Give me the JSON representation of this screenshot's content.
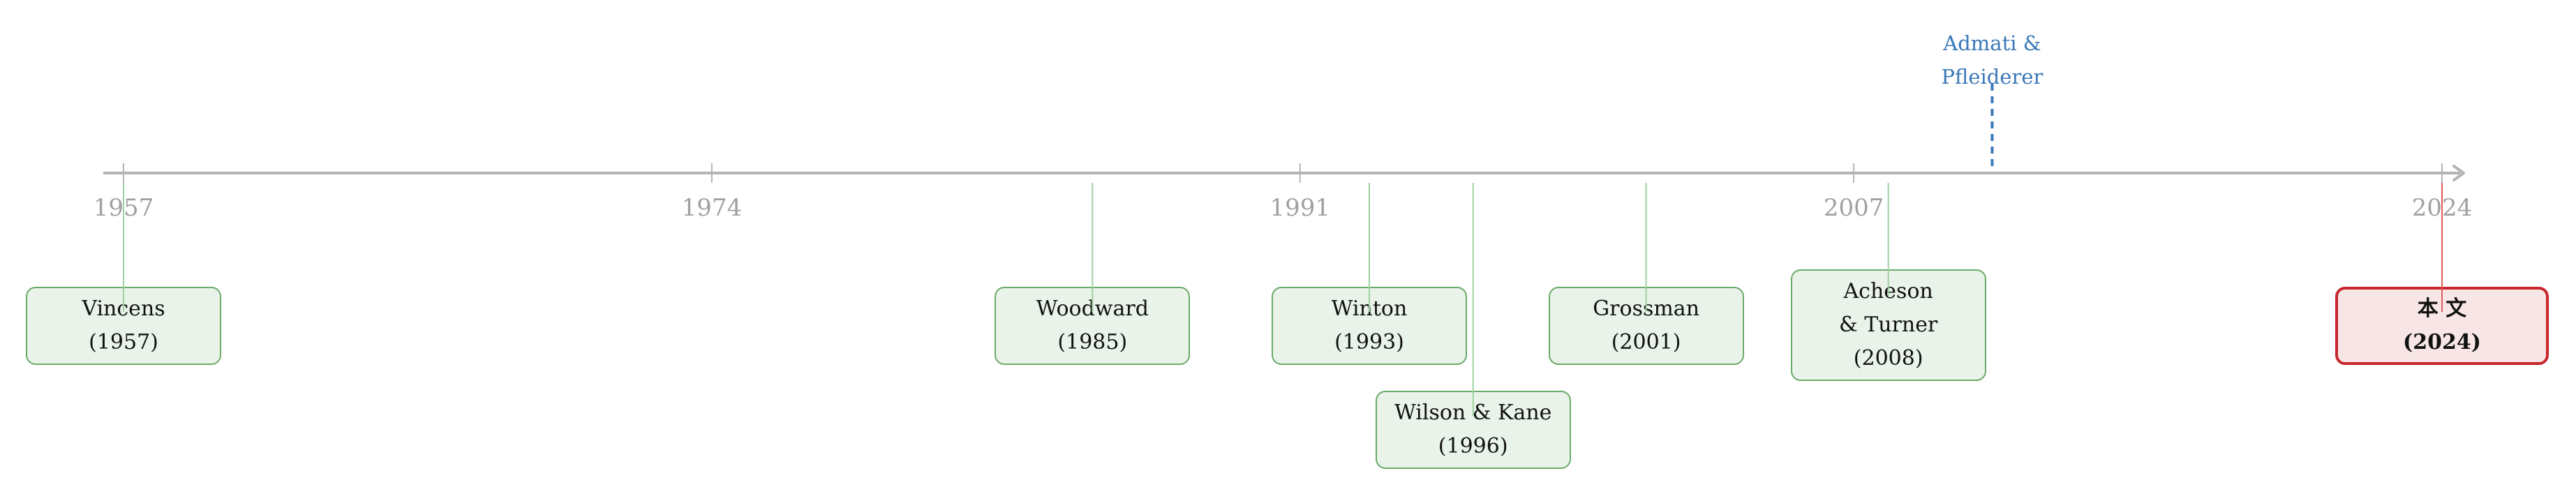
{
  "colors": {
    "axis": "#b4b4b4",
    "tick_label": "#a0a0a0",
    "connector": "#9fd09f",
    "box_fill": "#e9f3e9",
    "box_border": "#6aaa6a",
    "current_fill": "#f8e6e6",
    "current_border": "#c8262c",
    "current_connector": "#e05a5a",
    "annotation": "#3a78b8"
  },
  "timeline": {
    "ticks": [
      "1957",
      "1974",
      "1991",
      "2007",
      "2024"
    ],
    "events": [
      {
        "id": "vincens",
        "lines": [
          "Vincens",
          "(1957)"
        ],
        "year": 1957,
        "placement": "below",
        "current": false
      },
      {
        "id": "woodward",
        "lines": [
          "Woodward",
          "(1985)"
        ],
        "year": 1985,
        "placement": "below",
        "current": false
      },
      {
        "id": "winton",
        "lines": [
          "Winton",
          "(1993)"
        ],
        "year": 1993,
        "placement": "below",
        "current": false
      },
      {
        "id": "wilson-kane",
        "lines": [
          "Wilson & Kane",
          "(1996)"
        ],
        "year": 1996,
        "placement": "below-lower",
        "current": false
      },
      {
        "id": "grossman",
        "lines": [
          "Grossman",
          "(2001)"
        ],
        "year": 2001,
        "placement": "below",
        "current": false
      },
      {
        "id": "acheson-turner",
        "lines": [
          "Acheson",
          "& Turner",
          "(2008)"
        ],
        "year": 2008,
        "placement": "below",
        "current": false
      },
      {
        "id": "this-paper",
        "lines": [
          "本 文",
          "(2024)"
        ],
        "year": 2024,
        "placement": "below",
        "current": true
      }
    ],
    "annotations": [
      {
        "id": "admati-pfleiderer",
        "lines": [
          "Admati &",
          "Pfleiderer"
        ],
        "year": 2011,
        "style": "dashed"
      }
    ]
  }
}
